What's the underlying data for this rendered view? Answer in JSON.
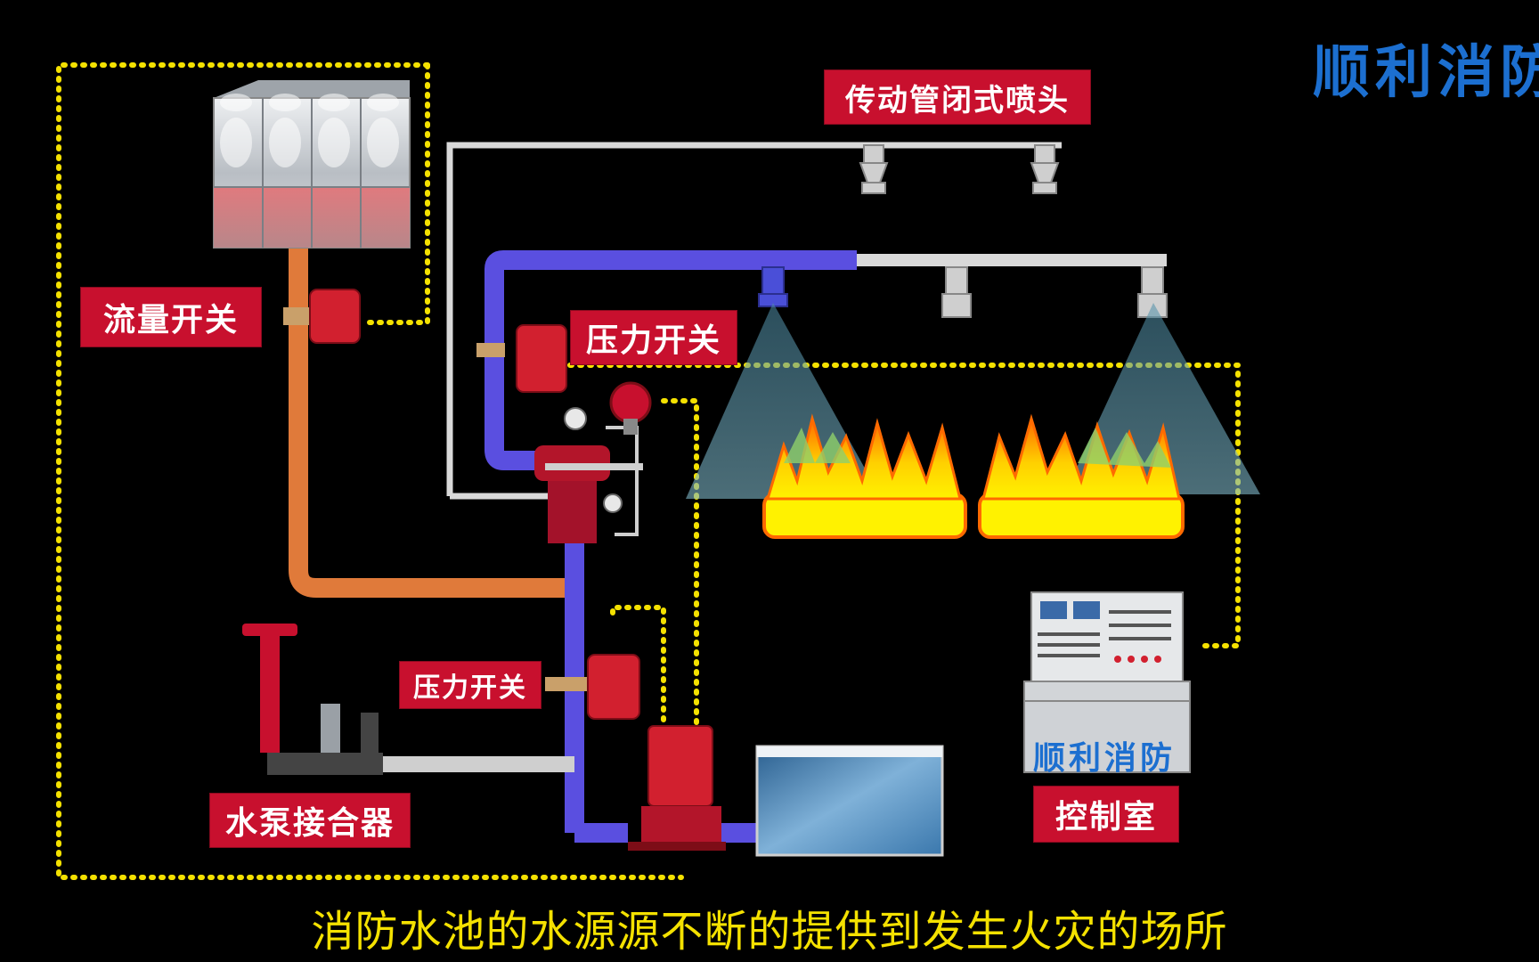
{
  "brand": {
    "top_right": "顺利消防",
    "panel": "顺利消防"
  },
  "labels": {
    "flow_switch": "流量开关",
    "pressure_switch_top": "压力开关",
    "pressure_switch_bottom": "压力开关",
    "sprinkler_heads": "传动管闭式喷头",
    "pump_adapter": "水泵接合器",
    "control_room": "控制室"
  },
  "subtitle": "消防水池的水源源不断的提供到发生火灾的场所",
  "colors": {
    "label_bg": "#c8102e",
    "signal_line": "#f4e100",
    "water_pipe": "#5a4fe0",
    "supply_pipe": "#e07a3a",
    "detection_pipe": "#d9d9d9",
    "brand": "#1c6fd0",
    "fire": "#ff9a10"
  },
  "icons": [
    "water-tank-icon",
    "flow-switch-icon",
    "pressure-switch-icon",
    "alarm-valve-icon",
    "alarm-bell-icon",
    "sprinkler-head-icon",
    "fire-pump-icon",
    "water-pool-icon",
    "control-panel-icon",
    "pump-adapter-icon",
    "fire-icon"
  ]
}
